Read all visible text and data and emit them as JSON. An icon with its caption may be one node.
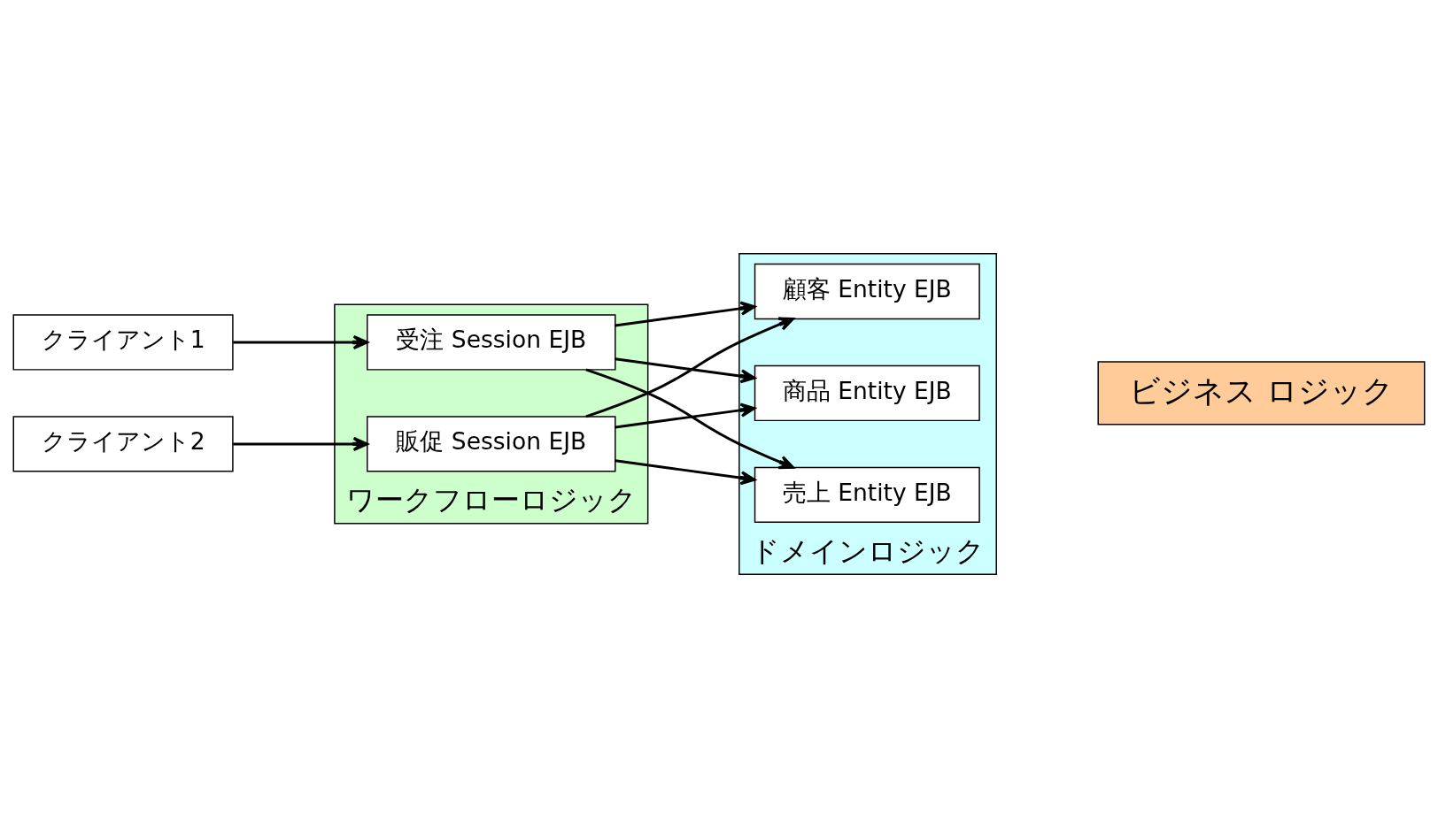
{
  "diagram": {
    "nodes": [
      {
        "text": [
          "クライアント1"
        ]
      },
      {
        "text": [
          "クライアント2"
        ]
      },
      {
        "text": [
          "ワークフローロジック"
        ]
      },
      {
        "text": [
          "受注 Session EJB"
        ],
        "in": 2
      },
      {
        "text": [
          "販促 Session EJB"
        ],
        "in": 2
      },
      {
        "text": [
          "ドメインロジック"
        ]
      },
      {
        "text": [
          "売上 Entity EJB"
        ],
        "in": 5
      },
      {
        "text": [
          "顧客 Entity EJB"
        ],
        "in": 5
      },
      {
        "text": [
          "商品 Entity EJB"
        ],
        "in": 5
      },
      {
        "text": [
          "ビジネス ロジック"
        ]
      }
    ],
    "edges": [
      {
        "from": 0,
        "to": 3,
        "arrow": "to"
      },
      {
        "from": 1,
        "to": 4,
        "arrow": "to"
      },
      {
        "from": 3,
        "to": 6,
        "arrow": "to"
      },
      {
        "from": 3,
        "to": 7,
        "arrow": "to"
      },
      {
        "from": 3,
        "to": 8,
        "arrow": "to"
      },
      {
        "from": 4,
        "to": 6,
        "arrow": "to"
      },
      {
        "from": 4,
        "to": 7,
        "arrow": "to"
      },
      {
        "from": 4,
        "to": 8,
        "arrow": "to"
      }
    ]
  }
}
